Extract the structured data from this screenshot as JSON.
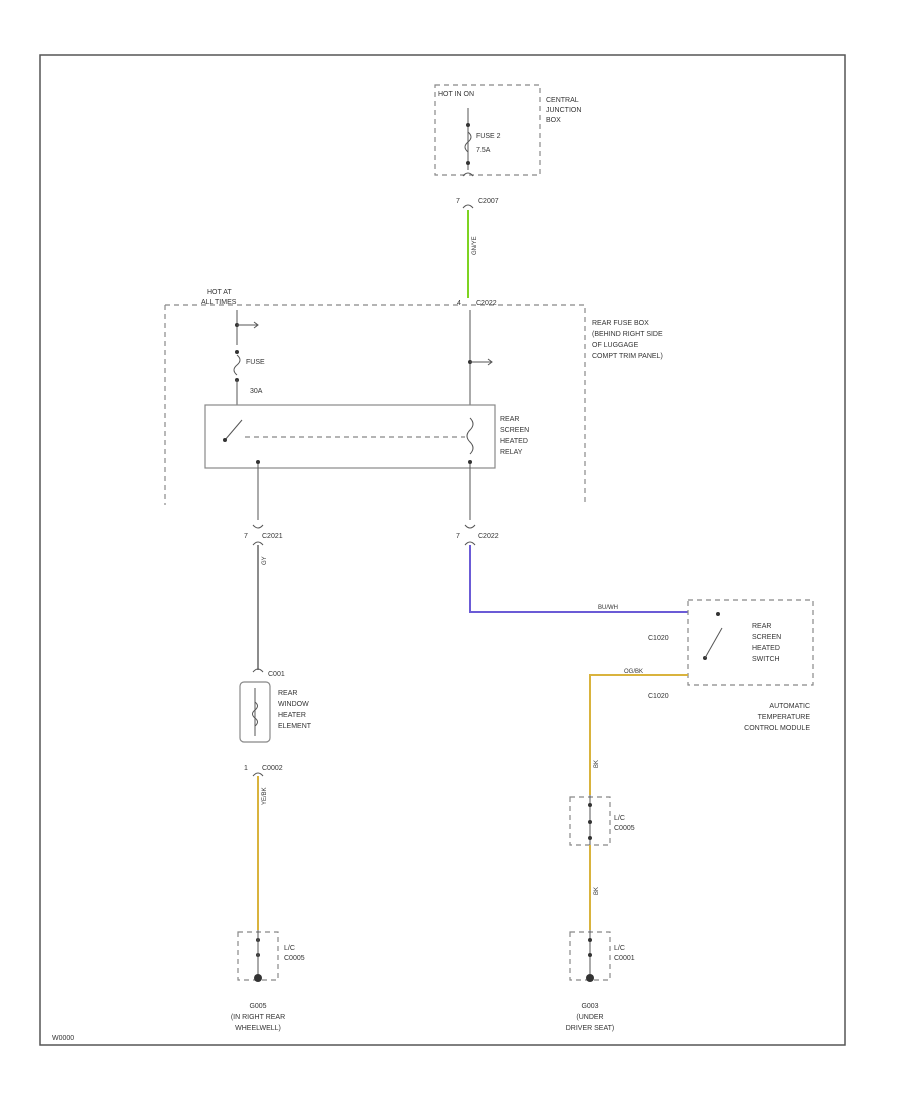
{
  "diagram_id": "W0000",
  "hot_run": "HOT IN ON",
  "cjb": {
    "label": [
      "CENTRAL",
      "JUNCTION",
      "BOX"
    ],
    "fuse": "FUSE 2",
    "amps": "7.5A",
    "connector": "C2007",
    "pin": "7"
  },
  "rear_fuse_box": {
    "label": [
      "REAR FUSE BOX",
      "(BEHIND RIGHT SIDE",
      "OF LUGGAGE",
      "COMPT TRIM PANEL)"
    ],
    "connector_top": "C2022",
    "pin_top": "4"
  },
  "hot_all": [
    "HOT AT",
    "ALL TIMES"
  ],
  "fuse_left": {
    "label": "FUSE",
    "amps": "30A"
  },
  "relay": {
    "label": [
      "REAR",
      "SCREEN",
      "HEATED",
      "RELAY"
    ]
  },
  "conn_left": {
    "pin": "7",
    "name": "C2021"
  },
  "conn_right": {
    "pin": "7",
    "name": "C2022"
  },
  "heater": {
    "connector_top": "C001",
    "label": [
      "REAR",
      "WINDOW",
      "HEATER",
      "ELEMENT"
    ],
    "connector_bot": "C0002",
    "pin_bot": "1"
  },
  "switch": {
    "label": [
      "REAR",
      "SCREEN",
      "HEATED",
      "SWITCH"
    ],
    "c1": "C1020",
    "c2": "C1020",
    "module": [
      "AUTOMATIC",
      "TEMPERATURE",
      "CONTROL MODULE"
    ]
  },
  "splice_mid": {
    "name": [
      "L/C",
      "C0005"
    ]
  },
  "splice_left": {
    "name": [
      "L/C",
      "C0005"
    ]
  },
  "splice_right": {
    "name": [
      "L/C",
      "C0001"
    ]
  },
  "ground_left": [
    "G005",
    "(IN RIGHT REAR",
    "WHEELWELL)"
  ],
  "ground_right": [
    "G003",
    "(UNDER",
    "DRIVER SEAT)"
  ],
  "wires": {
    "green": "GN/YE",
    "violet": "BU/WH",
    "left_top": "GY",
    "left_bottom": "YE/BK",
    "right_a": "OG/BK",
    "right_b": "BK",
    "right_c": "BK"
  },
  "colors": {
    "green": "#7ed321",
    "violet": "#6b5bd6",
    "gray": "#8c8c8c",
    "yellow": "#d9b33d"
  }
}
